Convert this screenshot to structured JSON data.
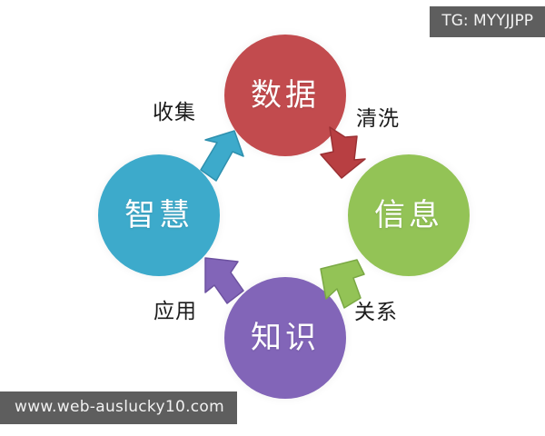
{
  "badge": {
    "text": "TG: MYYJJPP"
  },
  "watermark": {
    "text": "www.web-auslucky10.com"
  },
  "diagram": {
    "type": "cycle",
    "nodes": [
      {
        "id": "data",
        "label": "数据",
        "color": "#c24b4e",
        "position": "top"
      },
      {
        "id": "info",
        "label": "信息",
        "color": "#93c356",
        "position": "right"
      },
      {
        "id": "knowledge",
        "label": "知识",
        "color": "#8265b8",
        "position": "bottom"
      },
      {
        "id": "wisdom",
        "label": "智慧",
        "color": "#3daacb",
        "position": "left"
      }
    ],
    "edges": [
      {
        "id": "clean",
        "label": "清洗",
        "color": "#c24b4e",
        "from": "data",
        "to": "info",
        "direction": "down-right"
      },
      {
        "id": "relation",
        "label": "关系",
        "color": "#93c356",
        "from": "info",
        "to": "knowledge",
        "direction": "down-left"
      },
      {
        "id": "apply",
        "label": "应用",
        "color": "#8265b8",
        "from": "knowledge",
        "to": "wisdom",
        "direction": "up-left"
      },
      {
        "id": "collect",
        "label": "收集",
        "color": "#3daacb",
        "from": "wisdom",
        "to": "data",
        "direction": "up-right"
      }
    ]
  }
}
